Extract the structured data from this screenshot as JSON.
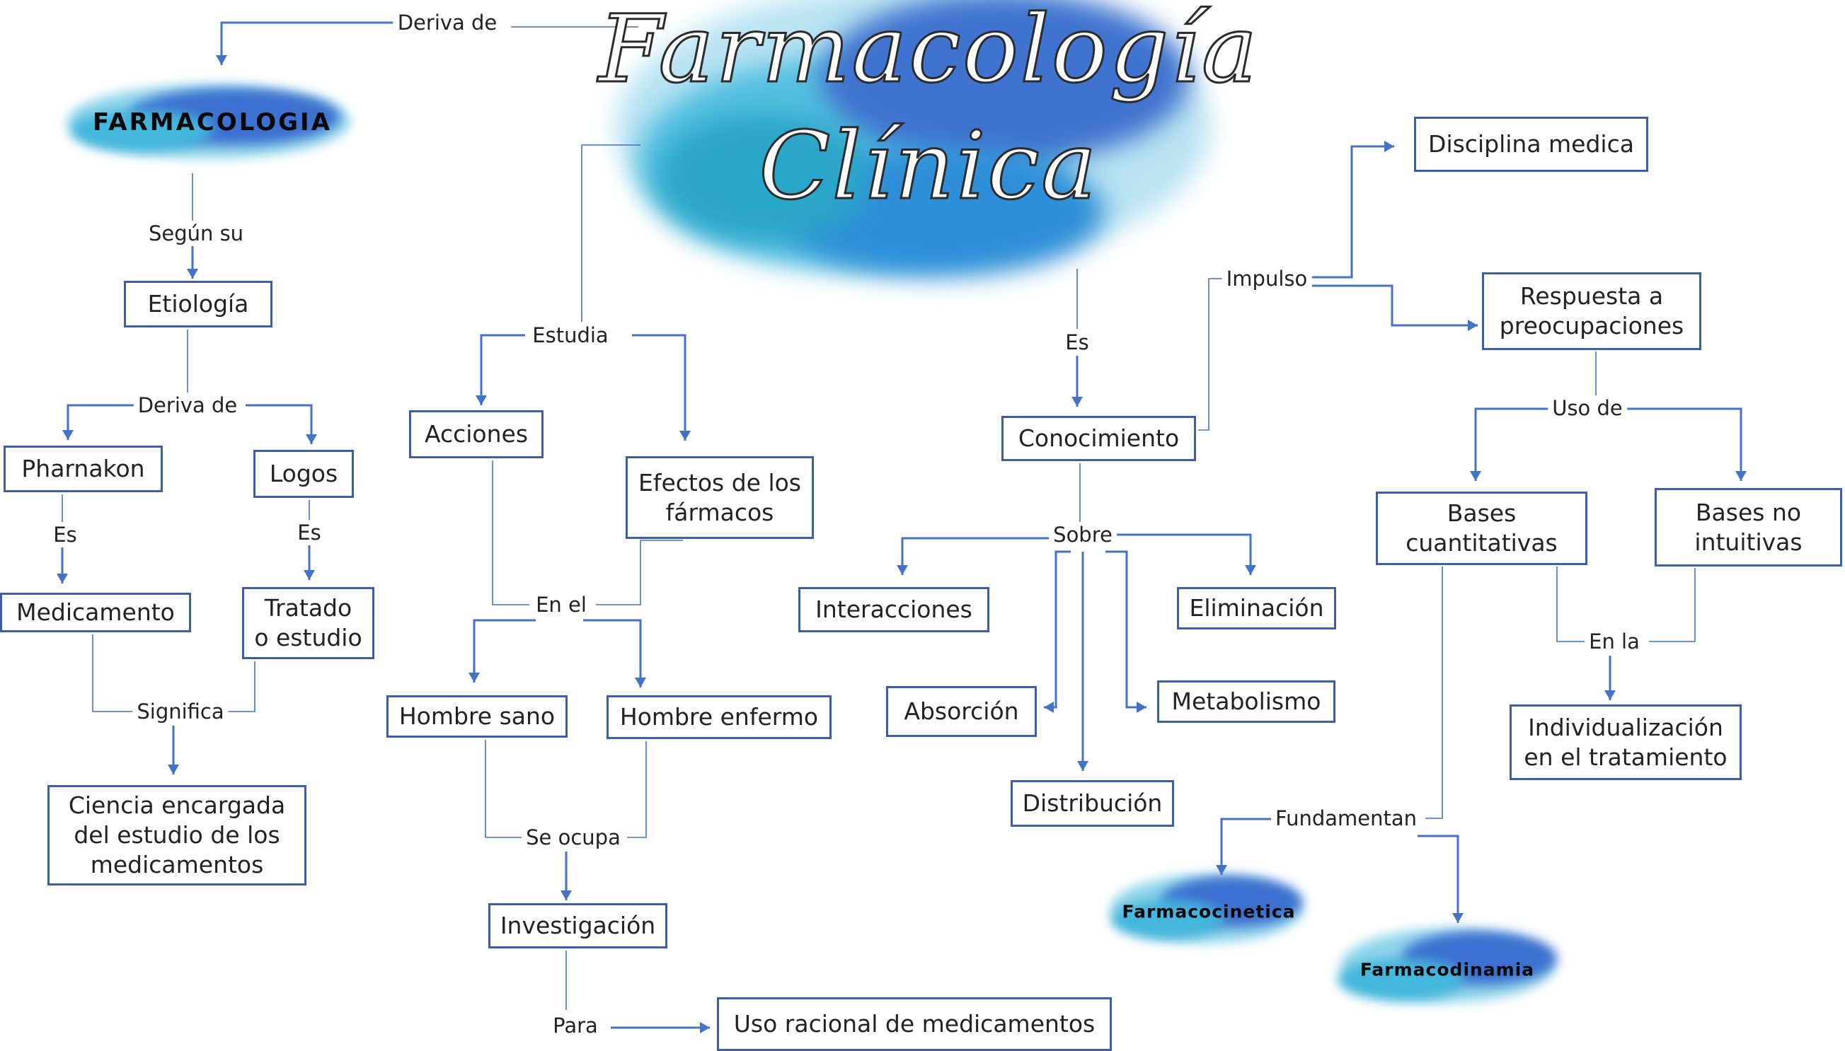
{
  "title": {
    "line1": "Farmacología",
    "line2": "Clínica"
  },
  "colors": {
    "border": "#3e5fa8",
    "line": "#4472c4",
    "text": "#222222",
    "watercolor_dark": "#2b6fd1",
    "watercolor_light": "#63c8e6"
  },
  "brush_labels": {
    "farmacologia": "FARMACOLOGIA",
    "farmacocinetica": "Farmacocinetica",
    "farmacodinamia": "Farmacodinamia"
  },
  "nodes": {
    "etiologia": "Etiología",
    "pharnakon": "Pharnakon",
    "logos": "Logos",
    "medicamento": "Medicamento",
    "tratado": "Tratado\no estudio",
    "ciencia": "Ciencia encargada\ndel estudio de los\nmedicamentos",
    "acciones": "Acciones",
    "efectos": "Efectos de los\nfármacos",
    "hombre_sano": "Hombre sano",
    "hombre_enfermo": "Hombre enfermo",
    "investigacion": "Investigación",
    "uso_racional": "Uso racional de medicamentos",
    "conocimiento": "Conocimiento",
    "interacciones": "Interacciones",
    "eliminacion": "Eliminación",
    "absorcion": "Absorción",
    "metabolismo": "Metabolismo",
    "distribucion": "Distribución",
    "disciplina": "Disciplina medica",
    "respuesta": "Respuesta a\npreocupaciones",
    "bases_cuant": "Bases\ncuantitativas",
    "bases_no": "Bases no\nintuitivas",
    "individualizacion": "Individualización\nen el tratamiento"
  },
  "labels": {
    "deriva_de_top": "Deriva de",
    "segun_su": "Según su",
    "deriva_de": "Deriva de",
    "es_left": "Es",
    "es_right": "Es",
    "significa": "Significa",
    "estudia": "Estudia",
    "en_el": "En el",
    "se_ocupa": "Se ocupa",
    "para": "Para",
    "es_center": "Es",
    "sobre": "Sobre",
    "impulso": "Impulso",
    "uso_de": "Uso de",
    "en_la": "En la",
    "fundamentan": "Fundamentan"
  }
}
